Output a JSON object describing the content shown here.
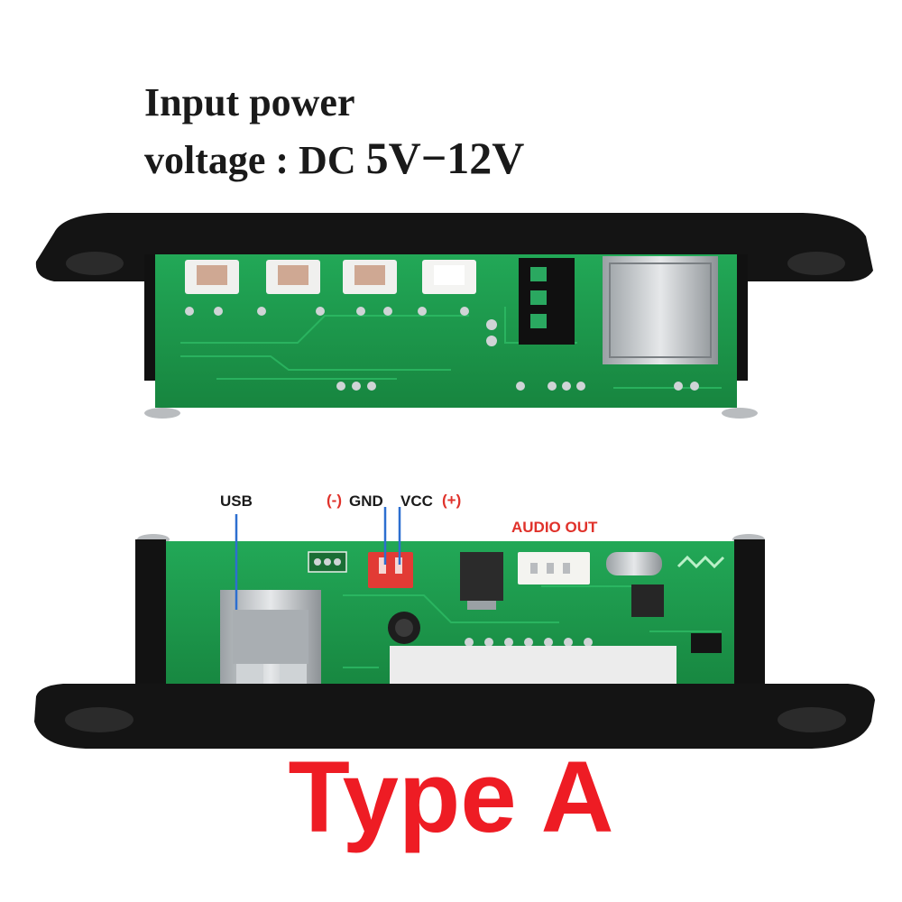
{
  "header": {
    "line1": "Input power",
    "line2_prefix": "voltage : DC ",
    "line2_value": "5V−12V"
  },
  "labels": {
    "usb": "USB",
    "gnd_sign": "(-)",
    "gnd": "GND",
    "vcc": "VCC",
    "vcc_sign": "(+)",
    "audio_out": "AUDIO OUT"
  },
  "caption": "Type A",
  "colors": {
    "pcb": "#1e9b4e",
    "bezel": "#151515",
    "accent_red": "#ee1c24"
  }
}
